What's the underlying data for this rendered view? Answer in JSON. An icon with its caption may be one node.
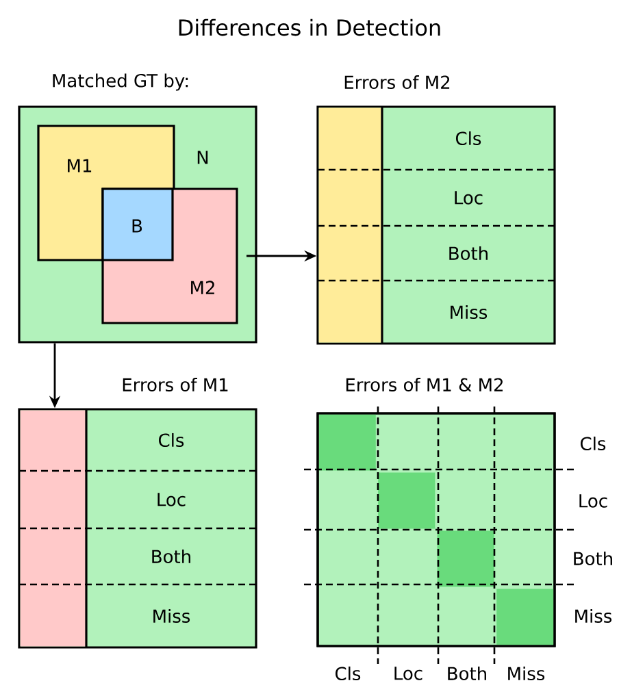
{
  "diagram": {
    "title": "Differences in Detection",
    "nodes": [
      {
        "text": [
          "Matched GT by:",
          "N"
        ]
      },
      {
        "text": [
          "M1"
        ],
        "in": 0
      },
      {
        "text": [
          "M2"
        ],
        "in": 0
      },
      {
        "text": [
          "B"
        ]
      },
      {
        "text": [
          "Errors of M2"
        ]
      },
      {
        "text": [
          "Cls"
        ],
        "in": 4
      },
      {
        "text": [
          "Loc"
        ],
        "in": 4
      },
      {
        "text": [
          "Both"
        ],
        "in": 4
      },
      {
        "text": [
          "Miss"
        ],
        "in": 4
      },
      {
        "text": [
          "Errors of M1"
        ]
      },
      {
        "text": [
          "Cls"
        ],
        "in": 9
      },
      {
        "text": [
          "Loc"
        ],
        "in": 9
      },
      {
        "text": [
          "Both"
        ],
        "in": 9
      },
      {
        "text": [
          "Miss"
        ],
        "in": 9
      },
      {
        "text": [
          "Errors of M1 & M2"
        ]
      }
    ],
    "edges": [
      {
        "from": 0,
        "to": 4,
        "arrow": "to"
      },
      {
        "from": 0,
        "to": 9,
        "arrow": "to"
      }
    ],
    "labels": [
      "Cls",
      "Loc",
      "Both",
      "Miss",
      "Cls",
      "Loc",
      "Both",
      "Miss"
    ]
  }
}
